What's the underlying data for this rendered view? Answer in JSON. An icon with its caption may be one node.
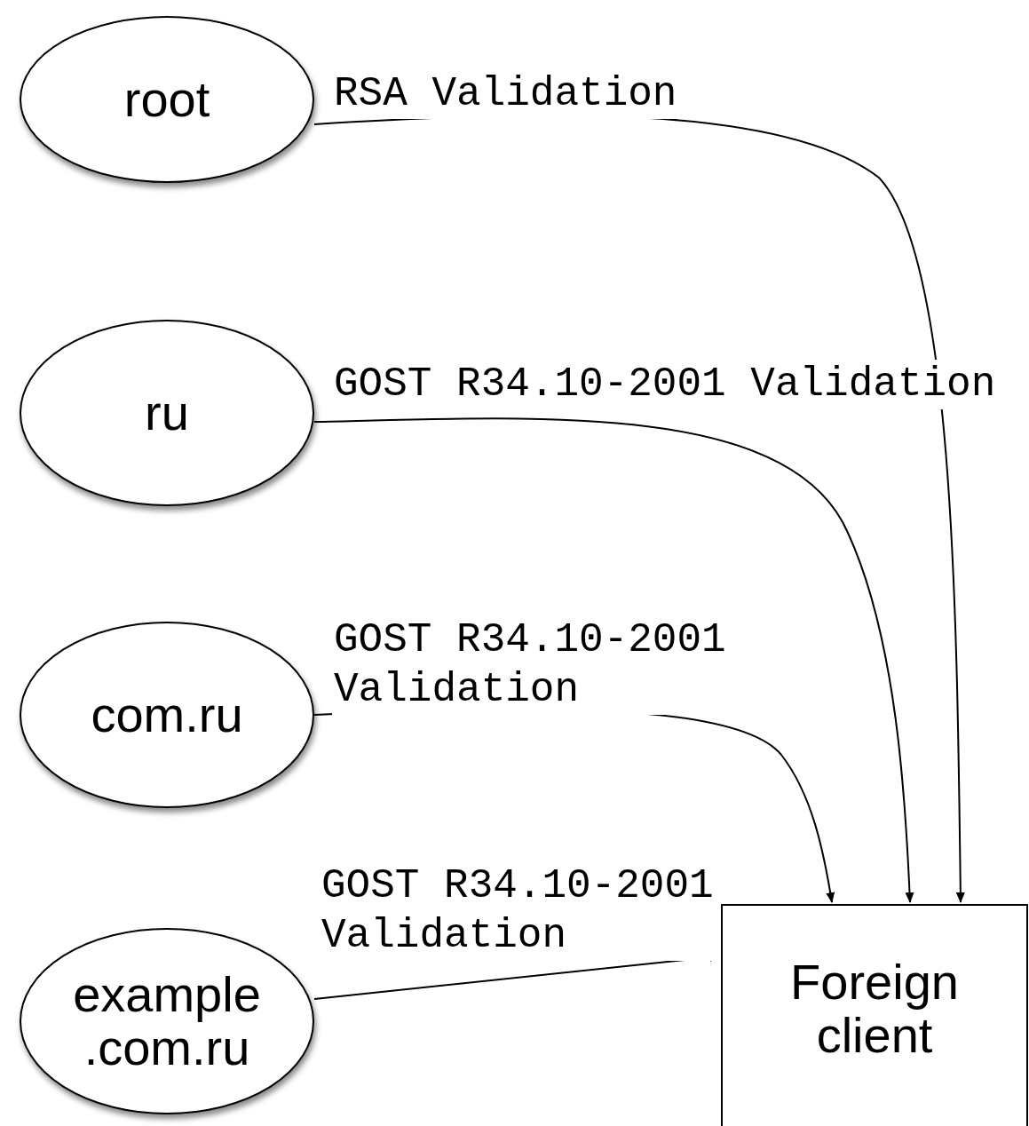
{
  "diagram": {
    "nodes": [
      {
        "text": [
          "root"
        ]
      },
      {
        "text": [
          "ru"
        ]
      },
      {
        "text": [
          "com.ru"
        ]
      },
      {
        "text": [
          "example .com.ru"
        ]
      },
      {
        "text": [
          "Foreign client"
        ]
      }
    ],
    "edges": [
      {
        "from": 0,
        "to": 4,
        "arrow": "to",
        "label": "RSA Validation"
      },
      {
        "from": 1,
        "to": 4,
        "arrow": "to",
        "label": "GOST R34.10-2001 Validation"
      },
      {
        "from": 2,
        "to": 4,
        "arrow": "to",
        "label": "GOST R34.10-2001 Validation"
      },
      {
        "from": 3,
        "to": 4,
        "arrow": "to",
        "label": "GOST R34.10-2001 Validation"
      }
    ]
  }
}
